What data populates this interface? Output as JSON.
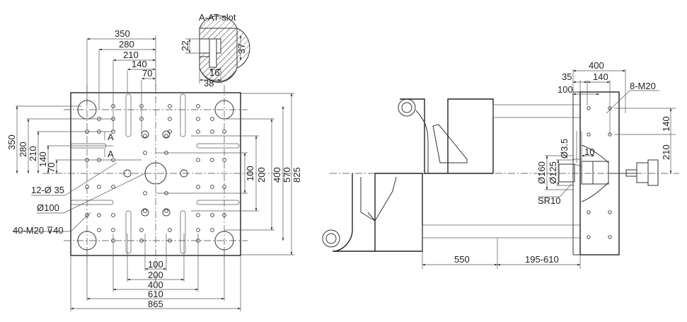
{
  "colors": {
    "line": "#333333",
    "background": "#ffffff"
  },
  "front": {
    "width_dims": [
      "350",
      "280",
      "210",
      "140",
      "70"
    ],
    "height_dims": [
      "350",
      "280",
      "210",
      "140",
      "70"
    ],
    "section_marks": [
      "A",
      "A"
    ],
    "right_dims": [
      "100",
      "200",
      "400",
      "570",
      "825"
    ],
    "bottom_dims": [
      "100",
      "200",
      "400",
      "610",
      "865"
    ],
    "callouts": [
      "12-Ø 35",
      "Ø100",
      "40-M20 ⊽40"
    ]
  },
  "slot": {
    "title": "A-AT-slot",
    "dims": [
      "22",
      "37",
      "16",
      "38"
    ]
  },
  "side": {
    "top_dims": [
      "400",
      "35",
      "140",
      "100",
      "Ø3.5",
      "10"
    ],
    "bolt_callout": "8-M20",
    "right_dims": [
      "140",
      "210"
    ],
    "left_dims": [
      "Ø160",
      "Ø125",
      "SR10"
    ],
    "bottom_dims": [
      "550",
      "195-610"
    ]
  }
}
